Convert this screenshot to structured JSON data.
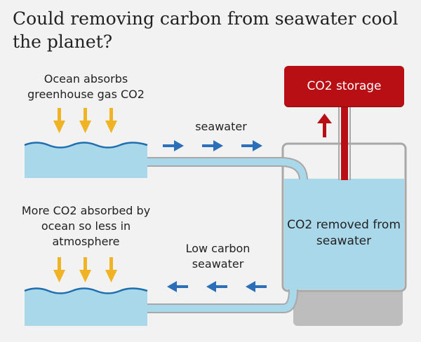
{
  "title": "Could removing carbon from seawater cool the planet?",
  "labels": {
    "ocean_absorbs": "Ocean absorbs greenhouse gas CO2",
    "seawater": "seawater",
    "more_absorbed": "More CO2 absorbed by ocean so less in atmosphere",
    "low_carbon": "Low carbon seawater",
    "co2_removed": "CO2 removed from seawater",
    "co2_storage": "CO2 storage"
  },
  "colors": {
    "water": "#a9d8ea",
    "water_edge": "#1f6fb0",
    "arrow_blue": "#2b6fb8",
    "arrow_yellow": "#f0b323",
    "storage_red": "#b80f14",
    "tank_outline": "#9e9e9e"
  }
}
